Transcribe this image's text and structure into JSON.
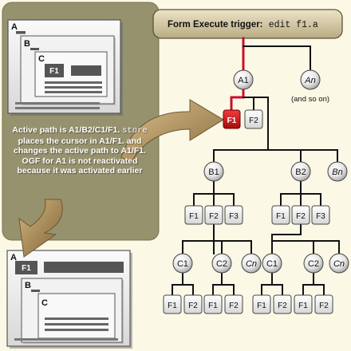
{
  "trigger": {
    "title": "Form Execute trigger:",
    "code": "edit f1.a"
  },
  "caption": {
    "part1": "Active path is A1/B2/C1/F1.",
    "code": "store",
    "part2": "places the cursor in A1/F1. and changes the active path to A1/F1. OGF for A1 is not reactivated because it was activated earlier"
  },
  "screen_top": {
    "window_label": "A",
    "subwindow_label": "B",
    "inner_label": "C",
    "field_label": "F1"
  },
  "screen_bottom": {
    "window_label": "A",
    "field_label": "F1",
    "subwindow_label": "B",
    "inner_label": "C"
  },
  "tree": {
    "a1": "A1",
    "an": "An",
    "and_so_on": "(and so on)",
    "a1_f1": "F1",
    "a1_f2": "F2",
    "b1": "B1",
    "b2": "B2",
    "bn": "Bn",
    "b1_f1": "F1",
    "b1_f2": "F2",
    "b1_f3": "F3",
    "b2_f1": "F1",
    "b2_f2": "F2",
    "b2_f3": "F3",
    "c1a": "C1",
    "c2a": "C2",
    "cna": "Cn",
    "c1b": "C1",
    "c2b": "C2",
    "cnb": "Cn",
    "c1a_f1": "F1",
    "c1a_f2": "F2",
    "c2a_f1": "F1",
    "c2a_f2": "F2",
    "c1b_f1": "F1",
    "c1b_f2": "F2",
    "c2b_f1": "F1",
    "c2b_f2": "F2"
  },
  "colors": {
    "panel": "#97926e",
    "background": "#fbf8e6",
    "active_path": "#c8102e",
    "arrow": "#a88a5a",
    "trigger_box": "#d9ceae"
  }
}
